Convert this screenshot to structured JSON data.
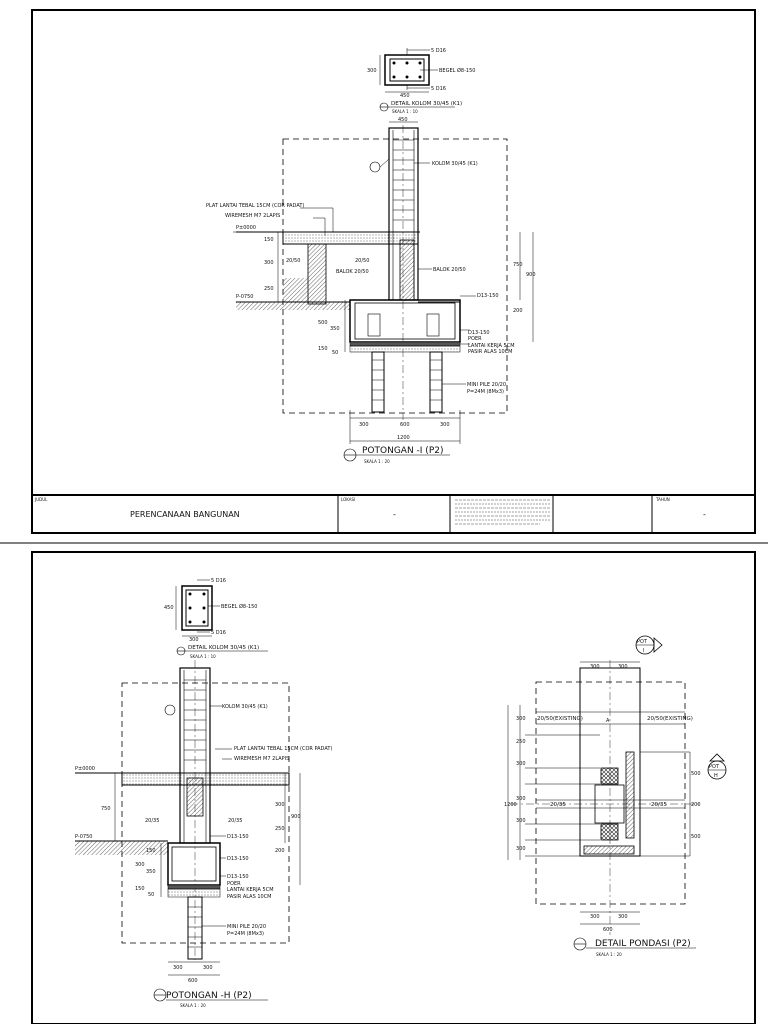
{
  "sheet1": {
    "detail_kolom": {
      "title": "DETAIL KOLOM 30/45 (K1)",
      "scale": "SKALA  1 : 10",
      "rebar_top": "5 D16",
      "rebar_bottom": "5 D16",
      "stirrup": "BEGEL Ø8-150",
      "dim_h": "300",
      "dim_w": "450"
    },
    "potongan": {
      "title": "POTONGAN -I (P2)",
      "scale": "SKALA  1 : 20",
      "dim_top": "450",
      "kolom": "KOLOM 30/45 (K1)",
      "plat": "PLAT LANTAI TEBAL 15CM (COR PADAT)",
      "wiremesh": "WIREMESH M7 2LAPIS",
      "level1": "P±0000",
      "level2": "P-0750",
      "balok": "BALOK 20/50",
      "balok2": "BALOK 20/50",
      "sloof": "20/50",
      "sloof2": "20/50",
      "d13a": "D13-150",
      "d13b": "D13-150",
      "poer": "POER",
      "lantai_kerja": "LANTAI KERJA 5CM",
      "pasir": "PASIR ALAS 10CM",
      "minipile": "MINI PILE 20/20",
      "depth": "P=24M (8Mx3)",
      "dims_left": [
        "150",
        "300",
        "250",
        "500",
        "350",
        "150",
        "50"
      ],
      "dims_right": [
        "750",
        "900",
        "200"
      ],
      "dims_bottom": [
        "300",
        "600",
        "300"
      ],
      "dim_total": "1200"
    },
    "titleblock": {
      "judul_label": "JUDUL",
      "judul": "PERENCANAAN BANGUNAN",
      "lokasi_label": "LOKASI",
      "lokasi": "-",
      "tahun_label": "TAHUN",
      "tahun": "-"
    }
  },
  "sheet2": {
    "detail_kolom": {
      "title": "DETAIL KOLOM 30/45 (K1)",
      "scale": "SKALA  1 : 10",
      "rebar_top": "5 D16",
      "rebar_bottom": "5 D16",
      "stirrup": "BEGEL Ø8-150",
      "dim_h": "450",
      "dim_w": "300"
    },
    "potongan": {
      "title": "POTONGAN -H (P2)",
      "scale": "SKALA  1 : 20",
      "kolom": "KOLOM 30/45 (K1)",
      "plat": "PLAT LANTAI TEBAL 15CM (COR PADAT)",
      "wiremesh": "WIREMESH M7 2LAPIS",
      "level1": "P±0000",
      "level2": "P-0750",
      "balok": "20/35",
      "balok2": "20/35",
      "d13a": "D13-150",
      "d13b": "D13-150",
      "d13c": "D13-150",
      "poer": "POER",
      "lantai_kerja": "LANTAI KERJA 5CM",
      "pasir": "PASIR ALAS 10CM",
      "minipile": "MINI PILE 20/20",
      "depth": "P=24M (8Mx3)",
      "dims_left": [
        "750",
        "150",
        "300",
        "350",
        "150",
        "50"
      ],
      "dims_right": [
        "300",
        "900",
        "250",
        "200"
      ],
      "dims_bottom": [
        "300",
        "300"
      ],
      "dim_total": "600"
    },
    "pondasi": {
      "title": "DETAIL PONDASI (P2)",
      "scale": "SKALA  1 : 20",
      "pot1": "POT",
      "pot1b": "I",
      "pot2": "POT",
      "pot2b": "H",
      "sloof_left": "20/50(EXISTING)",
      "sloof_right": "20/50(EXISTING)",
      "balok_left": "20/35",
      "balok_right": "20/35",
      "dims_top": [
        "300",
        "300"
      ],
      "dims_bottom": [
        "300",
        "300"
      ],
      "dim_bottom_total": "600",
      "dims_left": [
        "250",
        "300",
        "300",
        "300",
        "300"
      ],
      "dim_left_total": "1200",
      "dims_right": [
        "500",
        "200",
        "500"
      ],
      "dim_300": "300"
    }
  }
}
